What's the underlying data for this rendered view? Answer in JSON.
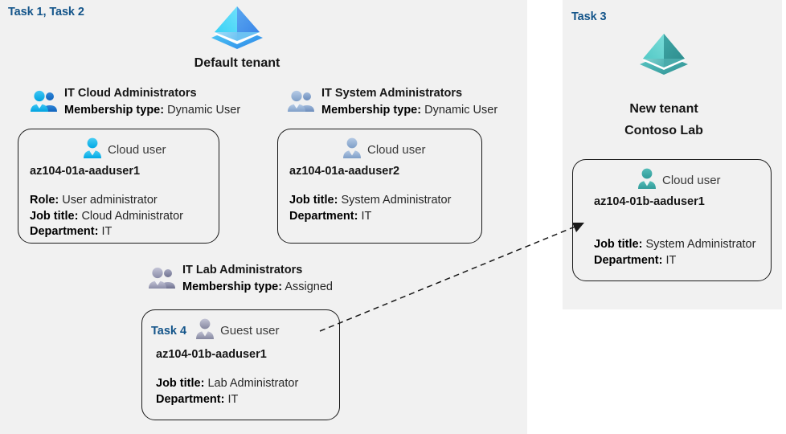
{
  "diagram": {
    "title": "Azure AD tenants, groups and users lab diagram",
    "colors": {
      "panel_bg": "#f1f1f1",
      "page_bg": "#ffffff",
      "task_label": "#14558a",
      "card_border": "#1a1a1a",
      "default_tenant_icon": "#41b7f0",
      "new_tenant_icon": "#46b2ad",
      "text": "#161616"
    }
  },
  "panels": {
    "left": {
      "task_label": "Task 1, Task 2",
      "tenant": {
        "icon": "azure-ad-tenant-icon",
        "name": "Default tenant"
      }
    },
    "right": {
      "task_label": "Task 3",
      "tenant": {
        "icon": "azure-ad-tenant-icon",
        "name_line1": "New  tenant",
        "name_line2": "Contoso Lab"
      }
    }
  },
  "groups": [
    {
      "id": "it-cloud-administrators",
      "icon": "group-users-icon",
      "title": "IT Cloud Administrators",
      "membership_label": "Membership type:",
      "membership_value": "Dynamic User"
    },
    {
      "id": "it-system-administrators",
      "icon": "group-users-icon",
      "title": "IT System Administrators",
      "membership_label": "Membership type:",
      "membership_value": "Dynamic User"
    },
    {
      "id": "it-lab-administrators",
      "icon": "group-users-icon",
      "title": "IT Lab Administrators",
      "membership_label": "Membership type:",
      "membership_value": "Assigned"
    }
  ],
  "cards": [
    {
      "id": "az104-01a-aaduser1",
      "inline_task": "",
      "user_type_icon": "cloud-user-icon",
      "user_type": "Cloud user",
      "username": "az104-01a-aaduser1",
      "attrs": [
        {
          "label": "Role:",
          "value": "User administrator"
        },
        {
          "label": "Job title:",
          "value": "Cloud Administrator"
        },
        {
          "label": "Department:",
          "value": "IT"
        }
      ]
    },
    {
      "id": "az104-01a-aaduser2",
      "inline_task": "",
      "user_type_icon": "cloud-user-icon",
      "user_type": "Cloud user",
      "username": "az104-01a-aaduser2",
      "attrs": [
        {
          "label": "Job title:",
          "value": "System Administrator"
        },
        {
          "label": "Department:",
          "value": "IT"
        }
      ]
    },
    {
      "id": "az104-01b-aaduser1-guest",
      "inline_task": "Task 4",
      "user_type_icon": "guest-user-icon",
      "user_type": "Guest user",
      "username": "az104-01b-aaduser1",
      "attrs": [
        {
          "label": "Job title:",
          "value": "Lab Administrator"
        },
        {
          "label": "Department:",
          "value": "IT"
        }
      ]
    },
    {
      "id": "az104-01b-aaduser1-cloud",
      "inline_task": "",
      "user_type_icon": "cloud-user-icon",
      "user_type": "Cloud user",
      "username": "az104-01b-aaduser1",
      "attrs": [
        {
          "label": "Job title:",
          "value": "System Administrator"
        },
        {
          "label": "Department:",
          "value": "IT"
        }
      ]
    }
  ],
  "connector": {
    "id": "guest-to-cloud-user-arrow",
    "style": "dashed-arrow",
    "from": "az104-01b-aaduser1-guest",
    "to": "az104-01b-aaduser1-cloud"
  }
}
